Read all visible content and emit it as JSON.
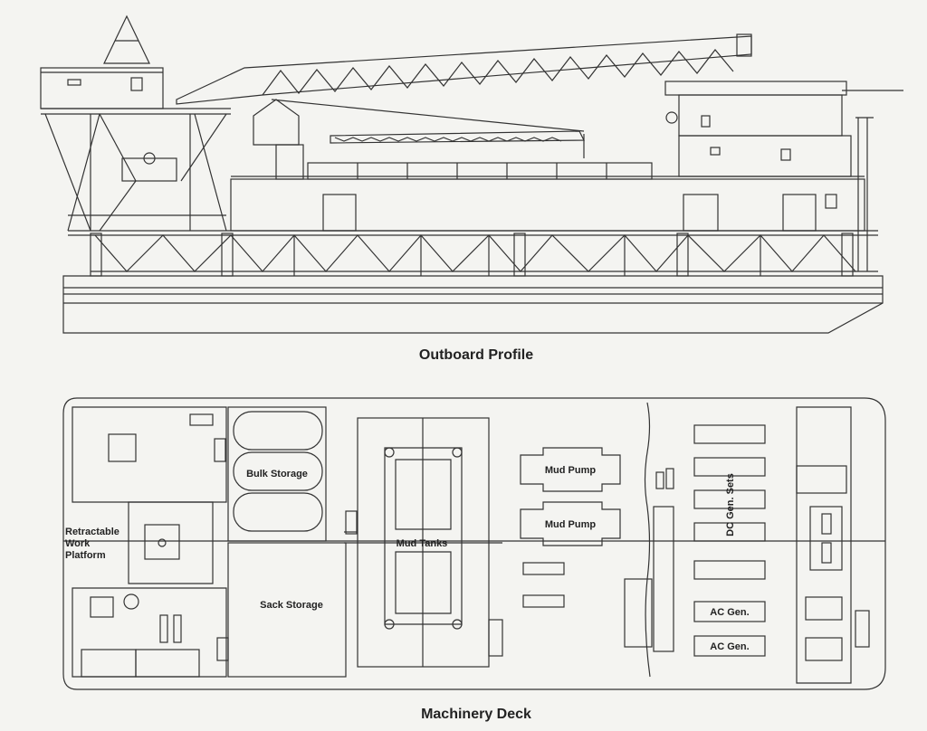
{
  "captions": {
    "outboard_profile": "Outboard Profile",
    "machinery_deck": "Machinery Deck"
  },
  "deck_labels": {
    "bulk_storage": "Bulk Storage",
    "sack_storage": "Sack Storage",
    "retractable_line1": "Retractable",
    "retractable_line2": "Work",
    "retractable_line3": "Platform",
    "mud_tanks": "Mud Tanks",
    "mud_pump_1": "Mud Pump",
    "mud_pump_2": "Mud Pump",
    "dc_gen_sets": "DC Gen. Sets",
    "ac_gen_1": "AC Gen.",
    "ac_gen_2": "AC Gen."
  }
}
